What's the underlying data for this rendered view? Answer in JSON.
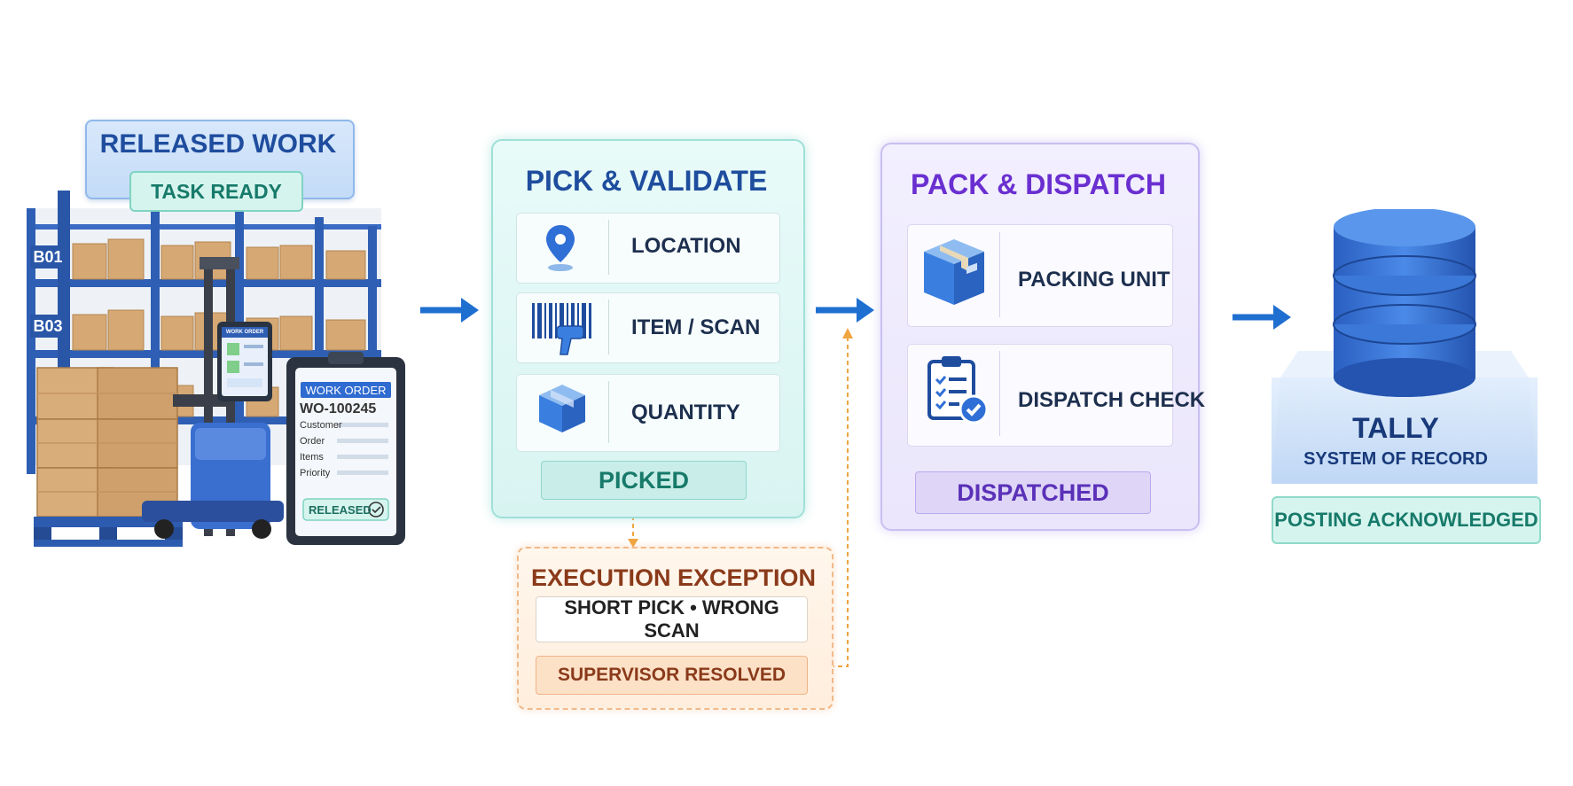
{
  "stage_released": {
    "title": "RELEASED WORK",
    "status": "TASK READY",
    "rack_labels": [
      "B01",
      "B03"
    ],
    "tablet_header": "WORK ORDER",
    "work_order": {
      "header": "WORK ORDER",
      "number": "WO-100245",
      "fields": [
        "Customer",
        "Order",
        "Items",
        "Priority"
      ],
      "status": "RELEASED"
    }
  },
  "stage_pick": {
    "title": "PICK & VALIDATE",
    "rows": [
      {
        "label": "LOCATION",
        "icon": "location-pin-icon"
      },
      {
        "label": "ITEM / SCAN",
        "icon": "barcode-scanner-icon"
      },
      {
        "label": "QUANTITY",
        "icon": "box-icon"
      }
    ],
    "status": "PICKED"
  },
  "stage_pack": {
    "title": "PACK & DISPATCH",
    "rows": [
      {
        "label": "PACKING UNIT",
        "icon": "package-icon"
      },
      {
        "label": "DISPATCH CHECK",
        "icon": "clipboard-check-icon"
      }
    ],
    "status": "DISPATCHED"
  },
  "exception": {
    "title": "EXECUTION EXCEPTION",
    "reasons": "SHORT PICK • WRONG SCAN",
    "resolution": "SUPERVISOR RESOLVED"
  },
  "stage_tally": {
    "title": "TALLY",
    "subtitle": "SYSTEM OF RECORD",
    "status": "POSTING ACKNOWLEDGED"
  },
  "colors": {
    "flow_arrow": "#1f6fd1",
    "exception_dashed": "#f0a540",
    "pick_accent": "#177a6a",
    "pack_accent": "#6a2fd0",
    "title_blue": "#1f4d9e",
    "database": "#2f6fd6"
  }
}
